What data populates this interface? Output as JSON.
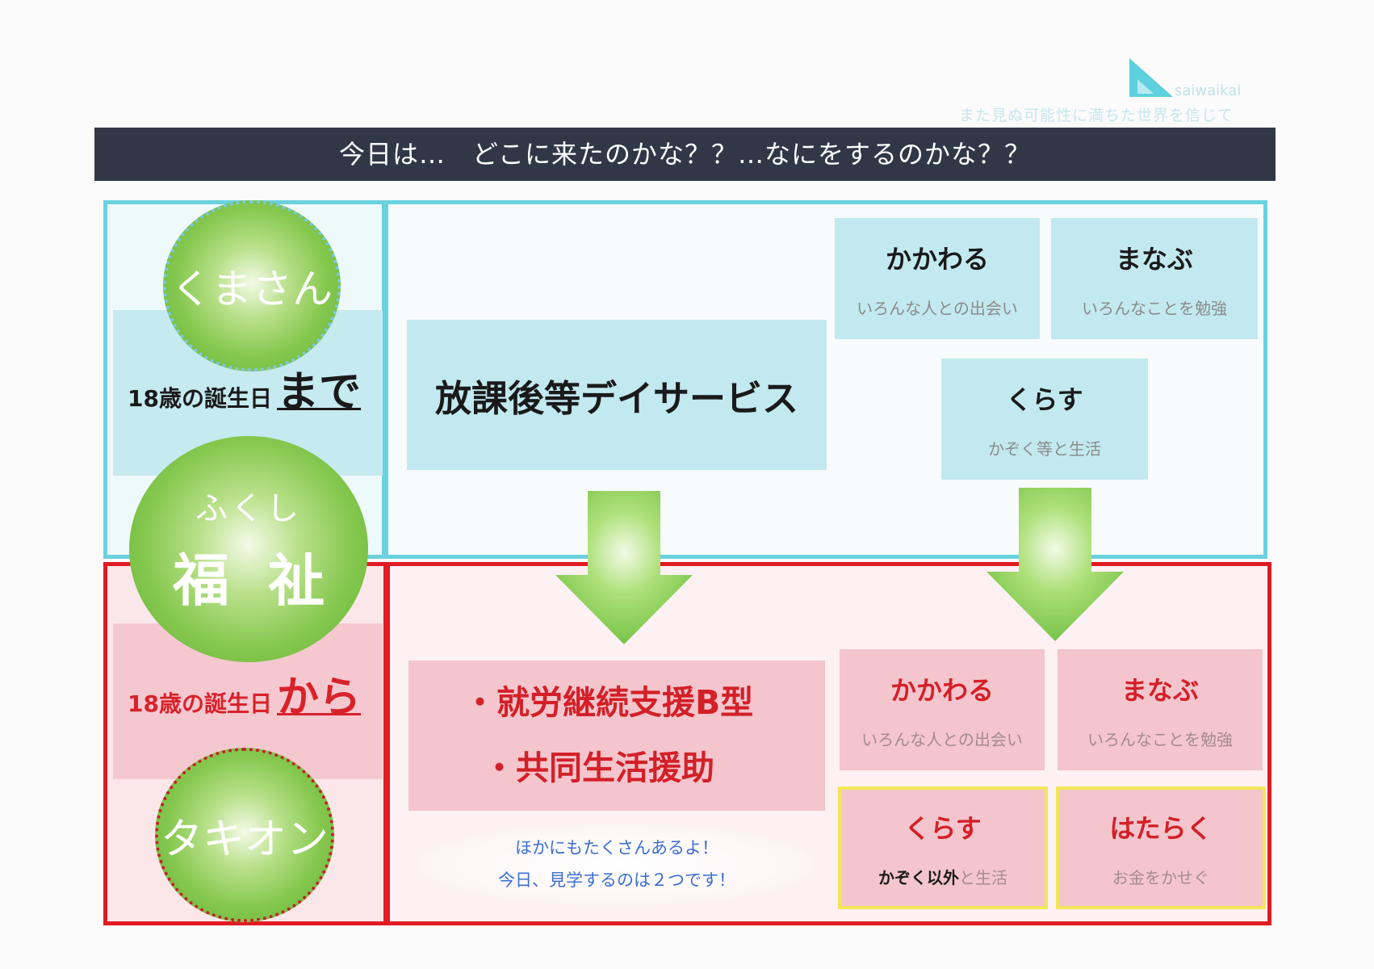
{
  "logo": {
    "word": "saiwaikai",
    "tagline": "また見ぬ可能性に満ちた世界を信じて",
    "icon": "triangle-logo-icon",
    "color": "#5fd0dd"
  },
  "title_bar": {
    "text": "今日は…　どこに来たのかな？？…なにをするのかな？？"
  },
  "left_column": {
    "circle_top": "くまさん",
    "age_until_prefix": "18歳の誕生日",
    "age_until_emph": "まで",
    "circle_center_ruby": "ふくし",
    "circle_center_kanji": "福祉",
    "age_from_prefix": "18歳の誕生日",
    "age_from_emph": "から",
    "circle_bottom": "タキオン"
  },
  "top_section": {
    "service": "放課後等デイサービス",
    "items": [
      {
        "title": "かかわる",
        "sub": "いろんな人との出会い"
      },
      {
        "title": "まなぶ",
        "sub": "いろんなことを勉強"
      },
      {
        "title": "くらす",
        "sub": "かぞく等と生活"
      }
    ]
  },
  "bottom_section": {
    "services": [
      "・就労継続支援B型",
      "・共同生活援助"
    ],
    "note": [
      "ほかにもたくさんあるよ！",
      "今日、見学するのは２つです！"
    ],
    "items": [
      {
        "title": "かかわる",
        "sub": "いろんな人との出会い"
      },
      {
        "title": "まなぶ",
        "sub": "いろんなことを勉強"
      },
      {
        "title": "くらす",
        "sub_bold": "かぞく以外",
        "sub_rest": "と生活"
      },
      {
        "title": "はたらく",
        "sub": "お金をかせぐ"
      }
    ]
  },
  "colors": {
    "blue_border": "#6ad1df",
    "red_border": "#e01b24",
    "title_bg": "#303848",
    "green": "#86c84f",
    "yellow_border": "#f2e75a"
  }
}
